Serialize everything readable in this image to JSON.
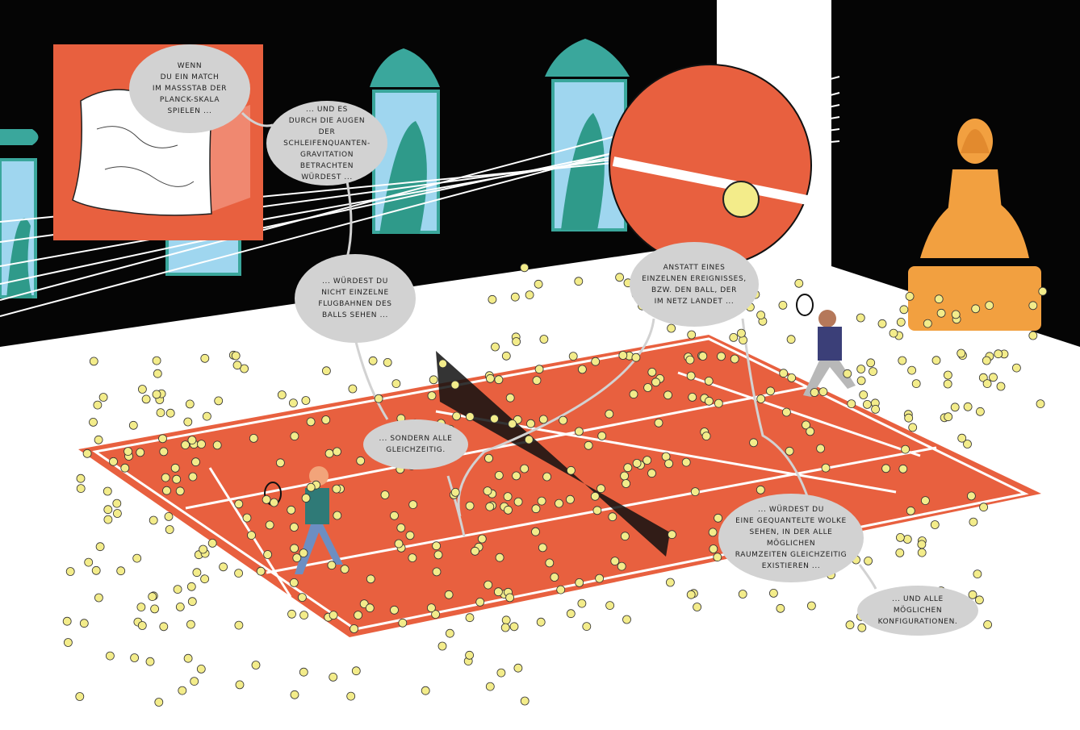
{
  "colors": {
    "wall": "#050505",
    "floor": "#ffffff",
    "court": "#e8603f",
    "court_lines": "#ffffff",
    "ball": "#f3ec8a",
    "bubble": "#d2d2d2",
    "window_frame": "#3aa79c",
    "window_sky": "#9fd6ef",
    "statue": "#f2a040"
  },
  "bubbles": {
    "b1": "WENN\nDU EIN MATCH\nIM MASSSTAB DER\nPLANCK-SKALA\nSPIELEN ...",
    "b2": "... UND ES\nDURCH DIE AUGEN\nDER SCHLEIFENQUANTEN-\nGRAVITATION BETRACHTEN\nWÜRDEST ...",
    "b3": "... WÜRDEST DU\nNICHT EINZELNE\nFLUGBAHNEN DES\nBALLS SEHEN ...",
    "b4": "ANSTATT EINES\nEINZELNEN EREIGNISSES,\nBZW. DEN BALL, DER\nIM NETZ LANDET ...",
    "b5": "... SONDERN ALLE\nGLEICHZEITIG.",
    "b6": "... WÜRDEST DU\nEINE GEQUANTELTE WOLKE\nSEHEN, IN DER ALLE MÖGLICHEN\nRAUMZEITEN GLEICHZEITIG\nEXISTIEREN ...",
    "b7": "... UND ALLE MÖGLICHEN\nKONFIGURATIONEN."
  }
}
